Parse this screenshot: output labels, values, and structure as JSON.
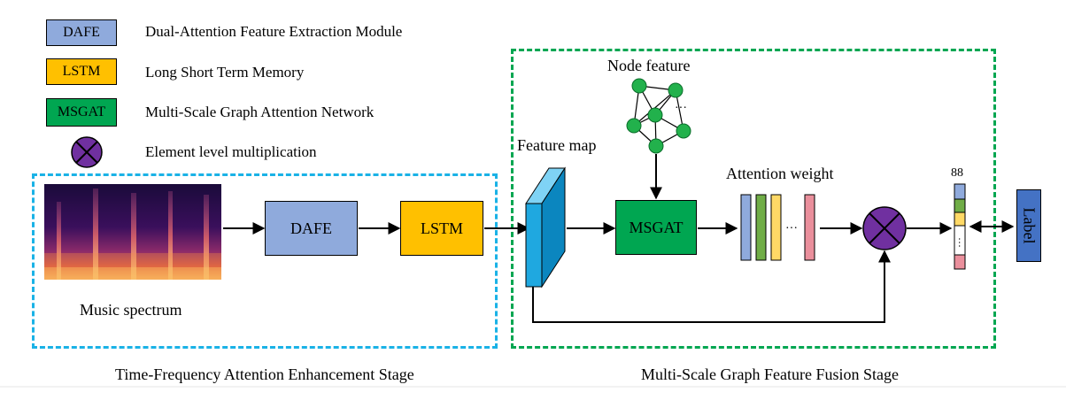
{
  "legend": [
    {
      "abbr": "DAFE",
      "desc": "Dual-Attention Feature Extraction Module",
      "color": "#8faadc"
    },
    {
      "abbr": "LSTM",
      "desc": "Long Short Term Memory",
      "color": "#ffc000"
    },
    {
      "abbr": "MSGAT",
      "desc": "Multi-Scale Graph Attention Network",
      "color": "#00a651"
    },
    {
      "abbr": "",
      "desc": "Element level multiplication",
      "color": "#7030a0"
    }
  ],
  "stage1": {
    "caption": "Time-Frequency Attention Enhancement Stage",
    "spectrum_label": "Music spectrum",
    "dafe": "DAFE",
    "lstm": "LSTM",
    "border_color": "#1ab2e6"
  },
  "stage2": {
    "caption": "Multi-Scale Graph Feature Fusion Stage",
    "feature_map": "Feature map",
    "node_feature": "Node feature",
    "msgat": "MSGAT",
    "attention_weight": "Attention weight",
    "output_count": "88",
    "label": "Label",
    "border_color": "#00a651"
  },
  "colors": {
    "blue_bar": "#8faadc",
    "green_bar": "#70ad47",
    "yellow_bar": "#ffd966",
    "pink_bar": "#ea8f9c",
    "feature_map": "#1fa8e0",
    "node": "#22b14c",
    "label_box": "#4472c4"
  }
}
